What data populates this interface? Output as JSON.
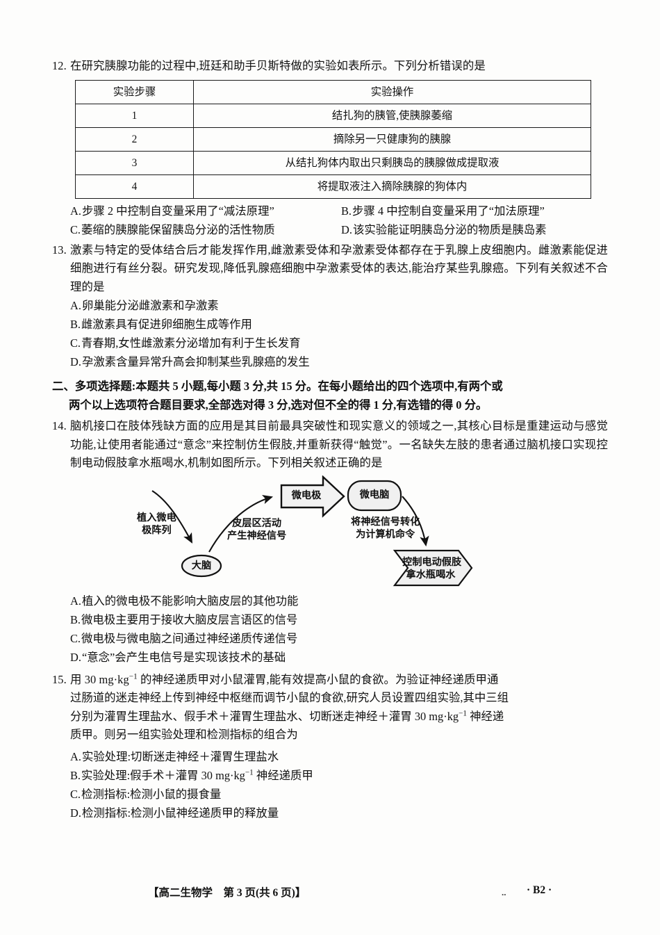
{
  "document": {
    "footer": {
      "center": "【高二生物学　第 3 页(共 6 页)】",
      "right": "· B2 ·",
      "dots": ".."
    }
  },
  "questions": [
    {
      "number": "12.",
      "stem": "在研究胰腺功能的过程中,班廷和助手贝斯特做的实验如表所示。下列分析错误的是",
      "table": {
        "headers": [
          "实验步骤",
          "实验操作"
        ],
        "rows": [
          [
            "1",
            "结扎狗的胰管,使胰腺萎缩"
          ],
          [
            "2",
            "摘除另一只健康狗的胰腺"
          ],
          [
            "3",
            "从结扎狗体内取出只剩胰岛的胰腺做成提取液"
          ],
          [
            "4",
            "将提取液注入摘除胰腺的狗体内"
          ]
        ]
      },
      "options": [
        {
          "label": "A.",
          "text": "步骤 2 中控制自变量采用了“减法原理”"
        },
        {
          "label": "B.",
          "text": "步骤 4 中控制自变量采用了“加法原理”"
        },
        {
          "label": "C.",
          "text": "萎缩的胰腺能保留胰岛分泌的活性物质"
        },
        {
          "label": "D.",
          "text": "该实验能证明胰岛分泌的物质是胰岛素"
        }
      ]
    },
    {
      "number": "13.",
      "stem": "激素与特定的受体结合后才能发挥作用,雌激素受体和孕激素受体都存在于乳腺上皮细胞内。雌激素能促进细胞进行有丝分裂。研究发现,降低乳腺癌细胞中孕激素受体的表达,能治疗某些乳腺癌。下列有关叙述不合理的是",
      "options": [
        {
          "label": "A.",
          "text": "卵巢能分泌雌激素和孕激素"
        },
        {
          "label": "B.",
          "text": "雌激素具有促进卵细胞生成等作用"
        },
        {
          "label": "C.",
          "text": "青春期,女性雌激素分泌增加有利于生长发育"
        },
        {
          "label": "D.",
          "text": "孕激素含量异常升高会抑制某些乳腺癌的发生"
        }
      ]
    },
    {
      "number": "14.",
      "stem": "脑机接口在肢体残缺方面的应用是其目前最具突破性和现实意义的领域之一,其核心目标是重建运动与感觉功能,让使用者能通过“意念”来控制仿生假肢,并重新获得“触觉”。一名缺失左肢的患者通过脑机接口实现控制电动假肢拿水瓶喝水,机制如图所示。下列相关叙述正确的是",
      "options": [
        {
          "label": "A.",
          "text": "植入的微电极不能影响大脑皮层的其他功能"
        },
        {
          "label": "B.",
          "text": "微电极主要用于接收大脑皮层言语区的信号"
        },
        {
          "label": "C.",
          "text": "微电极与微电脑之间通过神经递质传递信号"
        },
        {
          "label": "D.",
          "text": "“意念”会产生电信号是实现该技术的基础"
        }
      ]
    },
    {
      "number": "15.",
      "options": [
        {
          "label": "A.",
          "text": "实验处理:切断迷走神经＋灌胃生理盐水"
        },
        {
          "label": "C.",
          "text": "检测指标:检测小鼠的摄食量"
        },
        {
          "label": "D.",
          "text": "检测指标:检测小鼠神经递质甲的释放量"
        }
      ]
    }
  ],
  "section_two": {
    "line1": "二、多项选择题:本题共 5 小题,每小题 3 分,共 15 分。在每小题给出的四个选项中,有两个或",
    "line2": "两个以上选项符合题目要求,全部选对得 3 分,选对但不全的得 1 分,有选错的得 0 分。"
  },
  "q15_text": {
    "num": "15.",
    "part1": "用 30 mg·kg",
    "sup1": "−1",
    "part2": " 的神经递质甲对小鼠灌胃,能有效提高小鼠的食欲。为验证神经递质甲通",
    "line2": "过肠道的迷走神经上传到神经中枢继而调节小鼠的食欲,研究人员设置四组实验,其中三组",
    "line3a": "分别为灌胃生理盐水、假手术＋灌胃生理盐水、切断迷走神经＋灌胃 30 mg·kg",
    "sup2": "−1",
    "line3b": " 神经递",
    "line4": "质甲。则另一组实验处理和检测指标的组合为",
    "optB_label": "B.",
    "optB_a": "实验处理:假手术＋灌胃 30 mg·kg",
    "optB_sup": "−1",
    "optB_b": " 神经递质甲"
  },
  "figure": {
    "nodes": {
      "brain": "大脑",
      "microelectrode": "微电极",
      "microcomputer": "微电脑",
      "output": [
        "控制电动假肢",
        "拿水瓶喝水"
      ]
    },
    "labels": {
      "implant": [
        "植入微电",
        "极阵列"
      ],
      "cortex": [
        "皮层区活动",
        "产生神经信号"
      ],
      "convert": [
        "将神经信号转化",
        "为计算机命令"
      ]
    }
  }
}
